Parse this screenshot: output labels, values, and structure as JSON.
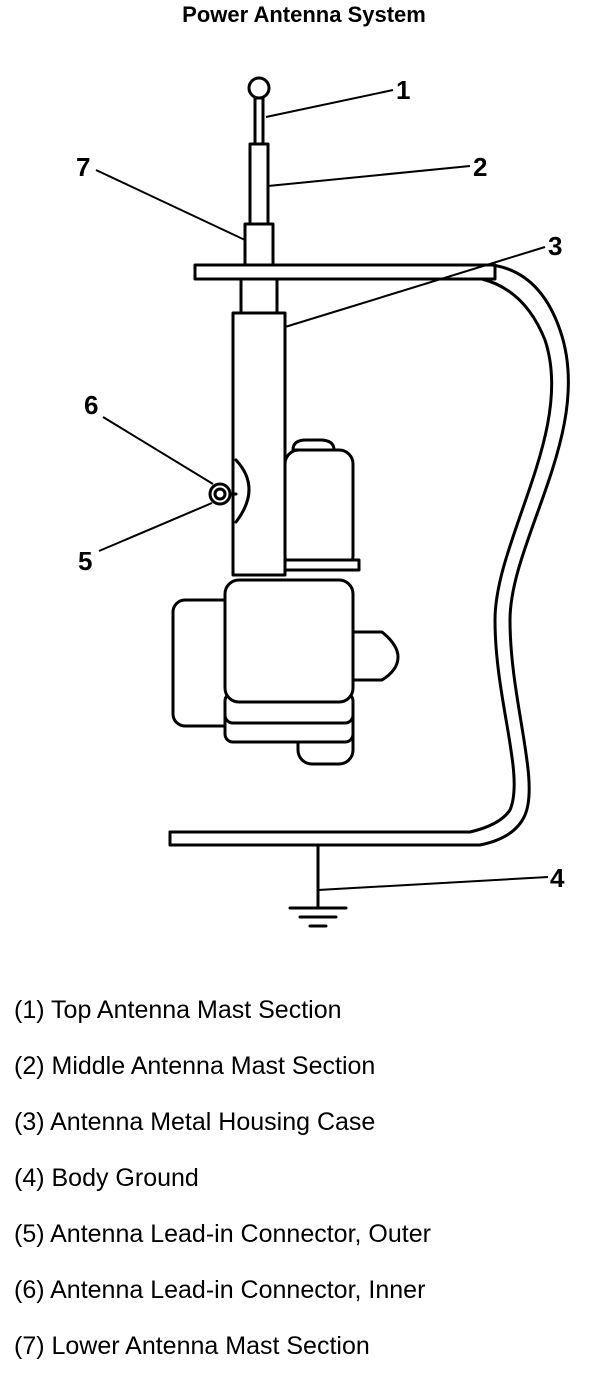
{
  "title": "Power Antenna System",
  "callouts": [
    "1",
    "2",
    "3",
    "4",
    "5",
    "6",
    "7"
  ],
  "legend": [
    "(1) Top Antenna Mast Section",
    "(2) Middle Antenna Mast Section",
    "(3) Antenna Metal Housing Case",
    "(4) Body Ground",
    "(5) Antenna Lead-in Connector, Outer",
    "(6) Antenna Lead-in Connector, Inner",
    "(7) Lower Antenna Mast Section"
  ],
  "colors": {
    "line": "#000000",
    "background": "#ffffff"
  },
  "icons": [
    "ground-symbol-icon"
  ]
}
